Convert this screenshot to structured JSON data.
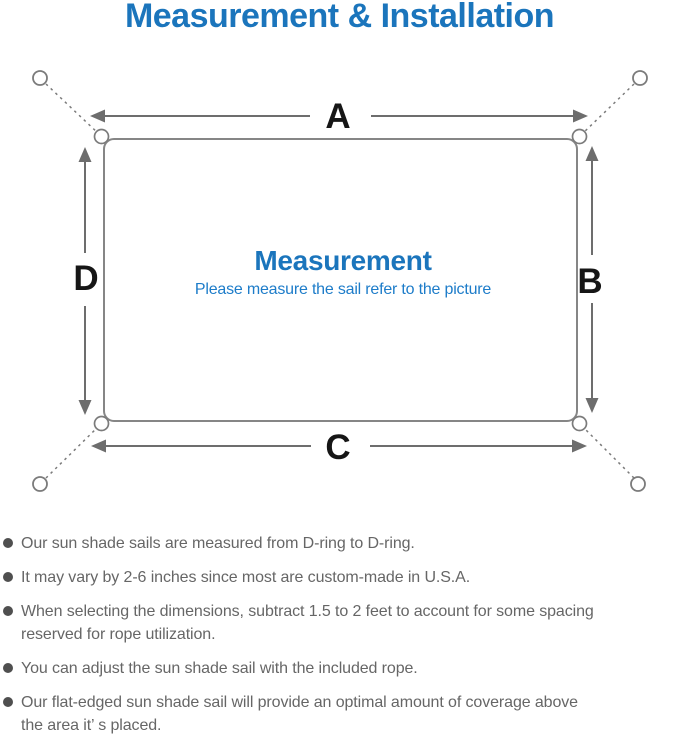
{
  "page": {
    "title": "Measurement & Installation"
  },
  "diagram": {
    "center": {
      "title": "Measurement",
      "subtitle": "Please measure the sail refer to the picture"
    },
    "dimension_labels": {
      "top": "A",
      "right": "B",
      "bottom": "C",
      "left": "D"
    },
    "colors": {
      "title_blue": "#1b75bc",
      "subtitle_blue": "#1d7cc9",
      "line_gray": "#7b7b7b",
      "arrow_gray": "#6d6d6d",
      "label_black": "#161616",
      "note_gray": "#666666"
    }
  },
  "notes": {
    "bullets": [
      {
        "lines": [
          "Our sun shade sails are measured from D-ring to D-ring."
        ]
      },
      {
        "lines": [
          "It may vary by 2-6 inches since most are custom-made in U.S.A."
        ]
      },
      {
        "lines": [
          "When selecting the dimensions, subtract 1.5 to 2 feet to account for some spacing",
          "reserved for rope utilization."
        ]
      },
      {
        "lines": [
          "You can adjust the sun shade sail with the included rope."
        ]
      },
      {
        "lines": [
          "Our flat-edged sun shade sail will provide an optimal amount of coverage above",
          "the area it’ s placed."
        ]
      }
    ]
  }
}
